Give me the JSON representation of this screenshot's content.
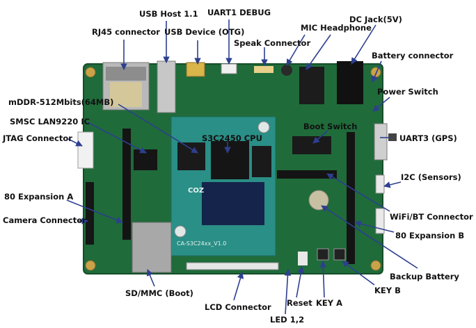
{
  "labels": {
    "rj45": "RJ45 connector",
    "usb_host": "USB Host 1.1",
    "usb_device": "USB Device (OTG)",
    "uart1": "UART1 DEBUG",
    "speak": "Speak Connector",
    "mic": "MIC Headphone",
    "dc_jack": "DC Jack(5V)",
    "battery_connector": "Battery connector",
    "power_switch": "Power Switch",
    "mddr": "mDDR-512Mbits(64MB)",
    "smsc": "SMSC LAN9220 IC",
    "jtag": "JTAG Connector",
    "cpu": "S3C2450 CPU",
    "boot_switch": "Boot Switch",
    "uart3": "UART3 (GPS)",
    "i2c": "I2C (Sensors)",
    "exp_a": "80 Expansion A",
    "camera": "Camera Connector",
    "wifi": "WiFi/BT Connector",
    "exp_b": "80 Expansion B",
    "backup_battery": "Backup Battery",
    "key_b": "KEY B",
    "sd": "SD/MMC (Boot)",
    "lcd": "LCD Connector",
    "reset": "Reset",
    "key_a": "KEY A",
    "led": "LED 1,2"
  },
  "board": {
    "chip_marking": "CA-S3C24xx_V1.0",
    "logo": "COZ",
    "pcb_color": "#1f6b3a",
    "module_color": "#2a8f86",
    "label_color": "#111111",
    "line_color": "#2d3f8f"
  }
}
